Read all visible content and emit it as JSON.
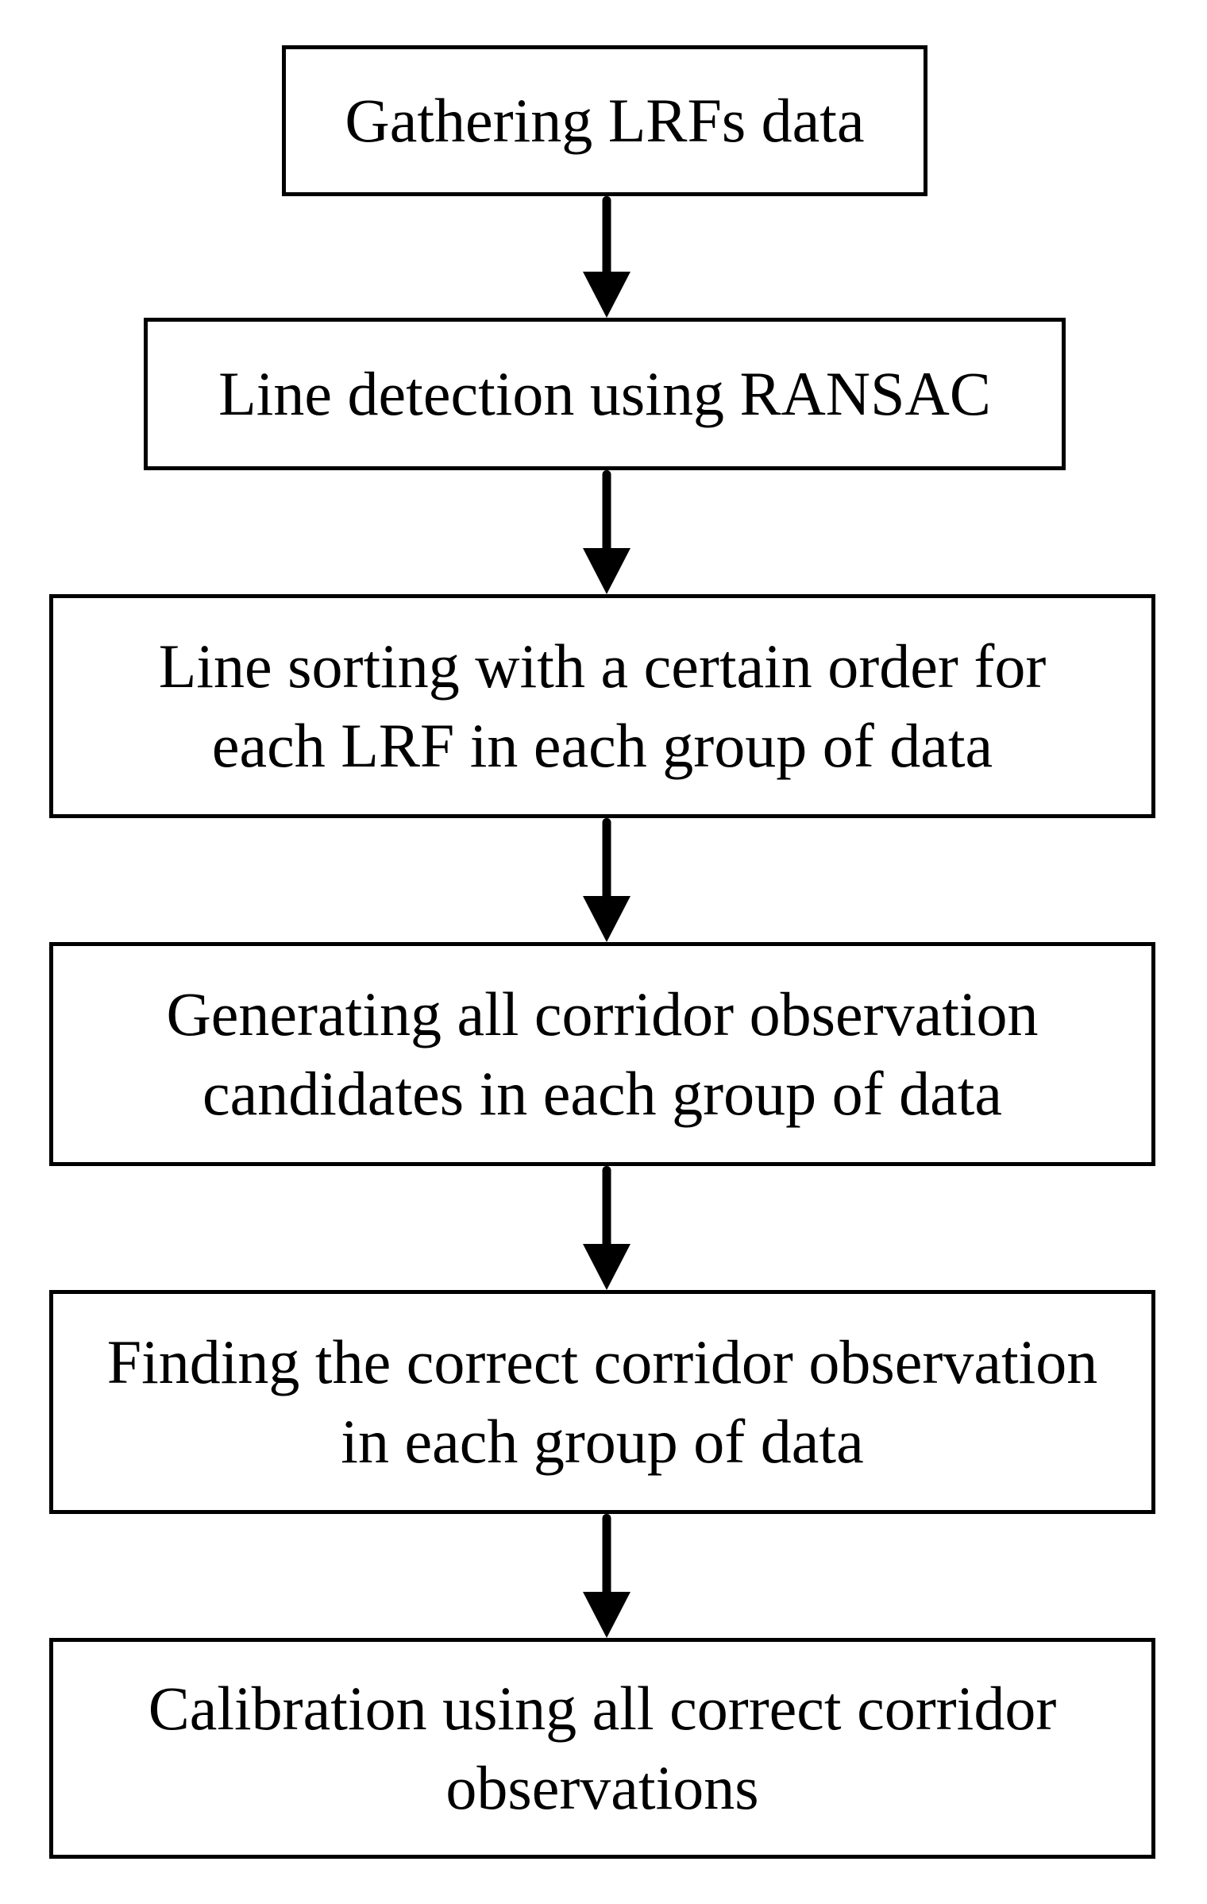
{
  "figure": {
    "type": "flowchart",
    "direction": "top-down"
  },
  "colors": {
    "background": "#ffffff",
    "box_border": "#000000",
    "text": "#000000",
    "arrow": "#000000"
  },
  "steps": [
    {
      "label": "Gathering LRFs data"
    },
    {
      "label": "Line detection using RANSAC"
    },
    {
      "label": "Line sorting with a certain order for\neach LRF in each group of data"
    },
    {
      "label": "Generating all corridor observation\ncandidates in each group of data"
    },
    {
      "label": "Finding the correct corridor observation\nin each group of data"
    },
    {
      "label": "Calibration using all correct corridor\nobservations"
    }
  ]
}
